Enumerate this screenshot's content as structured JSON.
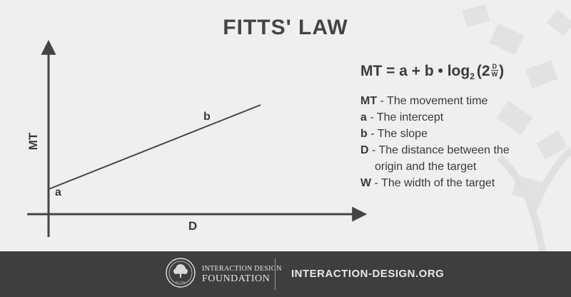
{
  "title": "FITTS' LAW",
  "graph": {
    "y_axis_label": "MT",
    "x_axis_label": "D",
    "intercept_label": "a",
    "slope_label": "b"
  },
  "formula": {
    "prefix": "MT = a + b • log",
    "log_base": "2",
    "open": "(2",
    "num": "D",
    "den": "W",
    "close": ")"
  },
  "definitions": [
    {
      "term": "MT",
      "text": " - The movement time"
    },
    {
      "term": "a",
      "text": " - The intercept"
    },
    {
      "term": "b",
      "text": " - The slope"
    },
    {
      "term": "D",
      "text": " - The distance between the",
      "continuation": "origin and the target"
    },
    {
      "term": "W",
      "text": " - The width of the target"
    }
  ],
  "footer": {
    "brand_top": "INTERACTION DESIGN",
    "brand_bottom": "FOUNDATION",
    "logo_text": "Est. 2002",
    "url": "INTERACTION-DESIGN.ORG"
  },
  "colors": {
    "background": "#efefef",
    "footer": "#3e3e3e",
    "text": "#3a3a3a"
  }
}
